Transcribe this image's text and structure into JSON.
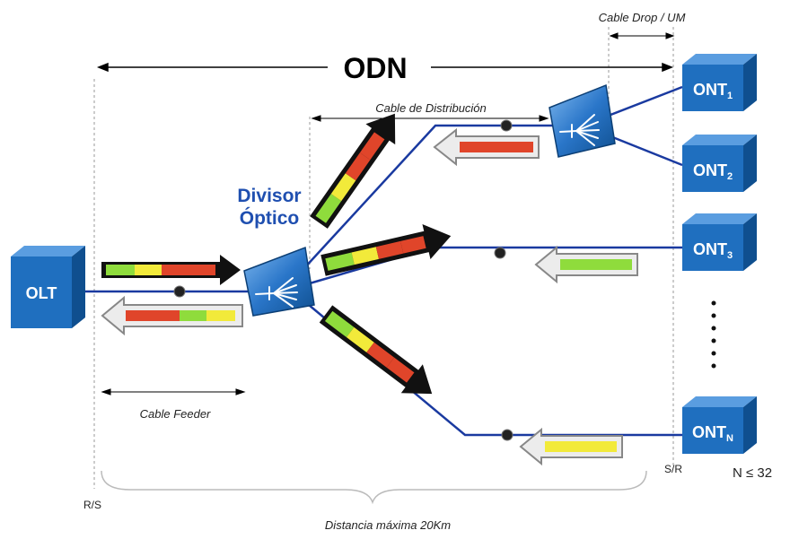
{
  "title": "ODN",
  "labels": {
    "cable_drop": "Cable Drop / UM",
    "cable_distribucion": "Cable de Distribución",
    "cable_feeder": "Cable Feeder",
    "divisor_line1": "Divisor",
    "divisor_line2": "Óptico",
    "rs": "R/S",
    "sr": "S/R",
    "distancia": "Distancia máxima 20Km",
    "n_limit": "N ≤ 32"
  },
  "olt": {
    "label": "OLT"
  },
  "onts": [
    {
      "base": "ONT",
      "sub": "1"
    },
    {
      "base": "ONT",
      "sub": "2"
    },
    {
      "base": "ONT",
      "sub": "3"
    },
    {
      "base": "ONT",
      "sub": "N"
    }
  ],
  "colors": {
    "box_front": "#1f6fbf",
    "box_top": "#5a9de0",
    "box_side": "#0f4f8f",
    "fiber": "#1a3aa0",
    "divisor_text": "#1f4fb0",
    "green": "#8fdc3c",
    "yellow": "#f2ea3a",
    "red": "#e0452a",
    "arrow_dark": "#111111"
  }
}
